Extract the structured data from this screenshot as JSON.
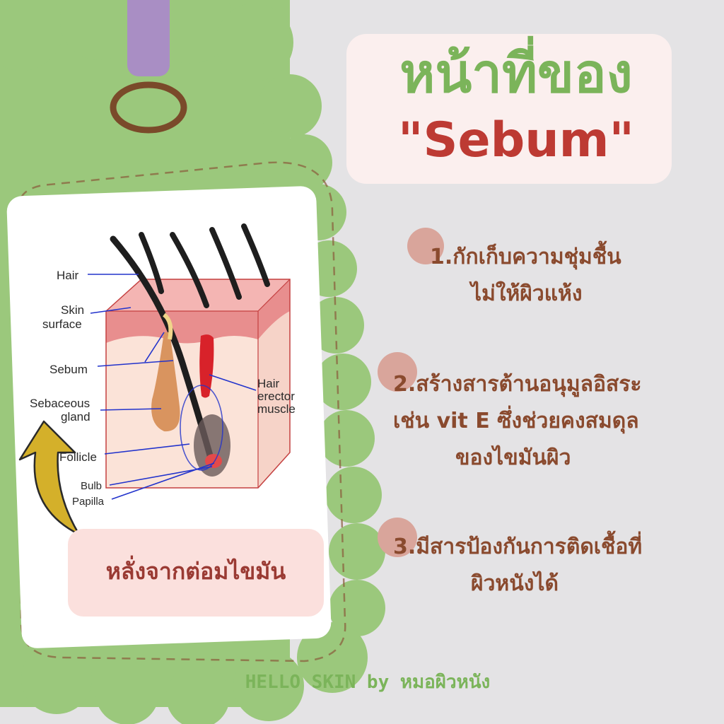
{
  "title": {
    "line1": "หน้าที่ของ",
    "line2": "\"Sebum\""
  },
  "points": [
    {
      "number": "1.",
      "lines": [
        "กักเก็บความชุ่มชื้น",
        "ไม่ให้ผิวแห้ง"
      ]
    },
    {
      "number": "2.",
      "lines": [
        "สร้างสารต้านอนุมูลอิสระ",
        "เช่น vit E ซึ่งช่วยคงสมดุล",
        "ของไขมันผิว"
      ]
    },
    {
      "number": "3.",
      "lines": [
        "มีสารป้องกันการติดเชื้อที่",
        "ผิวหนังได้"
      ]
    }
  ],
  "caption": "หลั่งจากต่อมไขมัน",
  "footer": "HELLO SKIN by หมอผิวหนัง",
  "diagram_labels": {
    "hair": "Hair",
    "skin_surface_1": "Skin",
    "skin_surface_2": "surface",
    "sebum": "Sebum",
    "sebaceous_1": "Sebaceous",
    "sebaceous_2": "gland",
    "follicle": "Follicle",
    "bulb": "Bulb",
    "papilla": "Papilla",
    "erector_1": "Hair",
    "erector_2": "erector",
    "erector_3": "muscle"
  },
  "colors": {
    "background": "#e4e3e5",
    "tag_green": "#9bc87c",
    "title_green": "#7bb45a",
    "title_red": "#bd3a33",
    "text_brown": "#8a4a2e",
    "number_dot": "#d9a59b",
    "arrow_yellow": "#d4b02a",
    "clip_purple": "#a98ec4"
  }
}
